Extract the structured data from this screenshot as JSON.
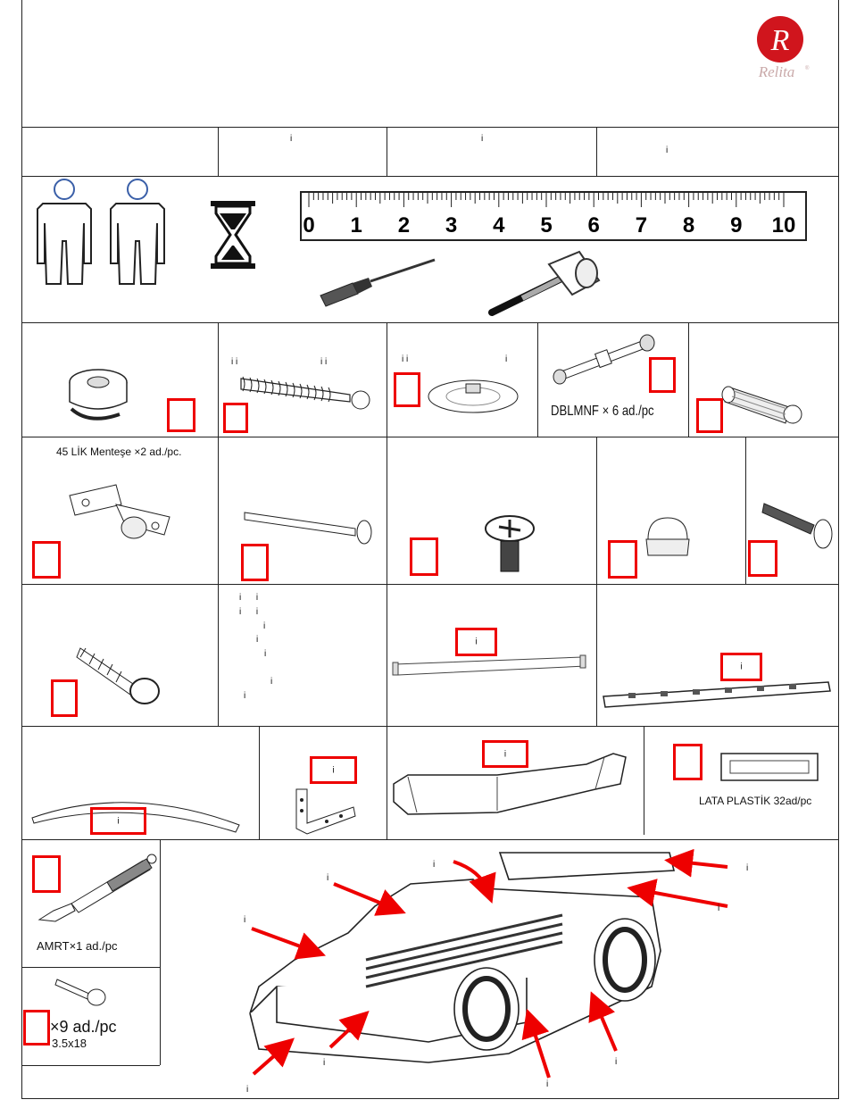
{
  "brand": {
    "logo_letter": "R",
    "name": "Relita",
    "mark": "®",
    "color": "#d0151d"
  },
  "header_row": {
    "cell_1": "",
    "cell_2": "i",
    "cell_3": "i",
    "cell_4": "i"
  },
  "ruler": {
    "numbers": [
      "0",
      "1",
      "2",
      "3",
      "4",
      "5",
      "6",
      "7",
      "8",
      "9",
      "10"
    ]
  },
  "parts": {
    "row1": {
      "screw_labels_left": "i i",
      "screw_labels_right": "i i",
      "disc_labels_left": "i i",
      "disc_label_right": "i",
      "dowel_caption": "DBLMNF × 6 ad./pc"
    },
    "row2": {
      "hinge_caption": "45 LİK Menteşe ×2 ad./pc."
    },
    "row3": {
      "notes": [
        "i      i",
        "i      i",
        "i",
        "i",
        "i",
        "i",
        "i"
      ],
      "rail_label": "i",
      "slat_bar_label": "i"
    },
    "row4": {
      "arc_label": "i",
      "bracket_label": "i",
      "spoiler_label": "i",
      "plastic_caption": "LATA PLASTİK 32ad/pc"
    },
    "row5": {
      "shock_caption": "AMRT×1 ad./pc",
      "screw_qty": "×9 ad./pc",
      "screw_size": "3.5x18"
    }
  },
  "callouts": [
    "i",
    "i",
    "i",
    "i",
    "i",
    "i",
    "i",
    "i",
    "i",
    "i"
  ],
  "colors": {
    "accent_red": "#e00000",
    "head_circle": "#3a5fa8"
  }
}
